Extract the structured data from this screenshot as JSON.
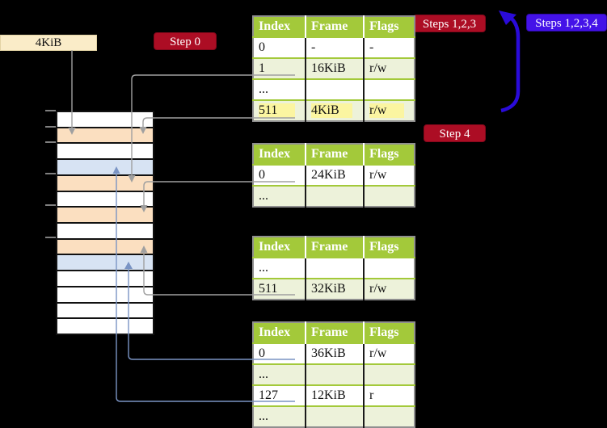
{
  "diagram": {
    "kind": "page-table-translation-diagram",
    "background": "#000000"
  },
  "colors": {
    "table_header_green": "#a3c93a",
    "table_row_green": "#edf2da",
    "highlight_yellow": "#fbf5a1",
    "frame_peach": "#fbdfc0",
    "frame_blue": "#d7e3f3",
    "label_cream": "#faecc8",
    "badge_red": "#ac0d24",
    "badge_blue": "#4412e8",
    "arrow_gray": "#a0a0a0",
    "arrow_thin_blue": "#7a94c4",
    "arrow_thick_blue": "#2a0bd9"
  },
  "root_pointer_label": {
    "text": "4KiB"
  },
  "badges": {
    "step0": {
      "text": "Step 0"
    },
    "steps123": {
      "text": "Steps 1,2,3"
    },
    "steps1234": {
      "text": "Steps 1,2,3,4"
    },
    "step4": {
      "text": "Step 4"
    }
  },
  "memory_column": {
    "rows": [
      {
        "fill": "white"
      },
      {
        "fill": "peach"
      },
      {
        "fill": "white"
      },
      {
        "fill": "blue"
      },
      {
        "fill": "peach"
      },
      {
        "fill": "white"
      },
      {
        "fill": "peach"
      },
      {
        "fill": "white"
      },
      {
        "fill": "peach"
      },
      {
        "fill": "blue"
      },
      {
        "fill": "white"
      },
      {
        "fill": "white"
      },
      {
        "fill": "white"
      },
      {
        "fill": "white"
      }
    ],
    "tick_row_indices": [
      0,
      1,
      2,
      4,
      6,
      8
    ]
  },
  "tables": [
    {
      "name": "level-4-table",
      "headers": [
        "Index",
        "Frame",
        "Flags"
      ],
      "rows": [
        {
          "cells": [
            "0",
            "-",
            "-"
          ],
          "shaded": false,
          "highlight": false
        },
        {
          "cells": [
            "1",
            "16KiB",
            "r/w"
          ],
          "shaded": true,
          "highlight": false
        },
        {
          "cells": [
            "...",
            "",
            ""
          ],
          "shaded": false,
          "highlight": false
        },
        {
          "cells": [
            "511",
            "4KiB",
            "r/w"
          ],
          "shaded": true,
          "highlight": true
        }
      ]
    },
    {
      "name": "level-3-table",
      "headers": [
        "Index",
        "Frame",
        "Flags"
      ],
      "rows": [
        {
          "cells": [
            "0",
            "24KiB",
            "r/w"
          ],
          "shaded": false,
          "highlight": false
        },
        {
          "cells": [
            "...",
            "",
            ""
          ],
          "shaded": true,
          "highlight": false
        }
      ]
    },
    {
      "name": "level-2-table",
      "headers": [
        "Index",
        "Frame",
        "Flags"
      ],
      "rows": [
        {
          "cells": [
            "...",
            "",
            ""
          ],
          "shaded": false,
          "highlight": false
        },
        {
          "cells": [
            "511",
            "32KiB",
            "r/w"
          ],
          "shaded": true,
          "highlight": false
        }
      ]
    },
    {
      "name": "level-1-table",
      "headers": [
        "Index",
        "Frame",
        "Flags"
      ],
      "rows": [
        {
          "cells": [
            "0",
            "36KiB",
            "r/w"
          ],
          "shaded": false,
          "highlight": false
        },
        {
          "cells": [
            "...",
            "",
            ""
          ],
          "shaded": true,
          "highlight": false
        },
        {
          "cells": [
            "127",
            "12KiB",
            "r"
          ],
          "shaded": false,
          "highlight": false
        },
        {
          "cells": [
            "...",
            "",
            ""
          ],
          "shaded": true,
          "highlight": false
        }
      ]
    }
  ],
  "arrows": [
    {
      "name": "root-pointer-arrow",
      "from": "4KiB-label",
      "to": "frame-4KiB",
      "color": "gray"
    },
    {
      "name": "l4-entry-1-arrow",
      "from": "level-4-table.entry-1",
      "to": "frame-16KiB",
      "color": "gray"
    },
    {
      "name": "l4-entry-511-arrow",
      "from": "level-4-table.entry-511",
      "to": "frame-4KiB",
      "color": "gray"
    },
    {
      "name": "l3-entry-0-arrow",
      "from": "level-3-table.entry-0",
      "to": "frame-24KiB",
      "color": "gray"
    },
    {
      "name": "l2-entry-511-arrow",
      "from": "level-2-table.entry-511",
      "to": "frame-32KiB",
      "color": "gray"
    },
    {
      "name": "l1-entry-0-arrow",
      "from": "level-1-table.entry-0",
      "to": "frame-36KiB",
      "color": "thin-blue"
    },
    {
      "name": "l1-entry-127-arrow",
      "from": "level-1-table.entry-127",
      "to": "frame-12KiB",
      "color": "thin-blue"
    },
    {
      "name": "recursive-loop-arrow",
      "from": "level-4-table.entry-511",
      "to": "level-4-table",
      "color": "thick-blue"
    }
  ]
}
